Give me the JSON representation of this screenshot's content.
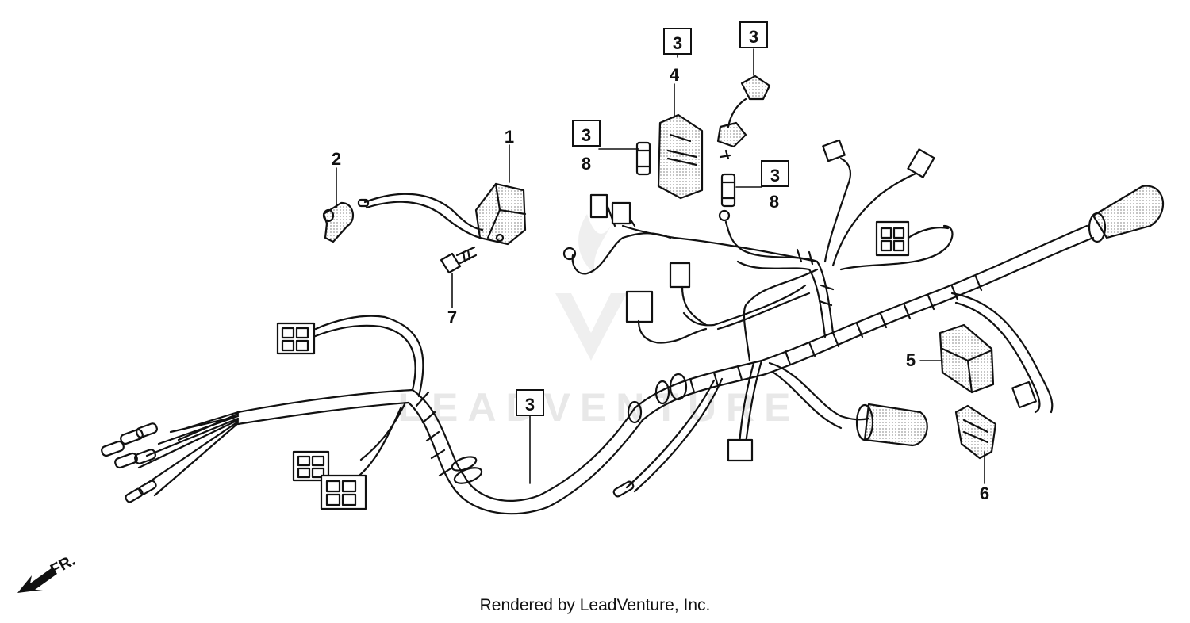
{
  "callouts": {
    "c1": "1",
    "c2": "2",
    "c3a": "3",
    "c3b": "3",
    "c3c": "3",
    "c3d": "3",
    "c3e": "3",
    "c4": "4",
    "c5": "5",
    "c6": "6",
    "c7": "7",
    "c8a": "8",
    "c8b": "8"
  },
  "front_arrow_label": "FR.",
  "watermark_text": "LEADVENTURE",
  "footer_text": "Rendered by LeadVenture, Inc.",
  "colors": {
    "line": "#111111",
    "background": "#ffffff",
    "watermark": "#e8e8e8"
  },
  "icons": [
    "front-arrow-icon",
    "leadventure-logo-watermark"
  ]
}
